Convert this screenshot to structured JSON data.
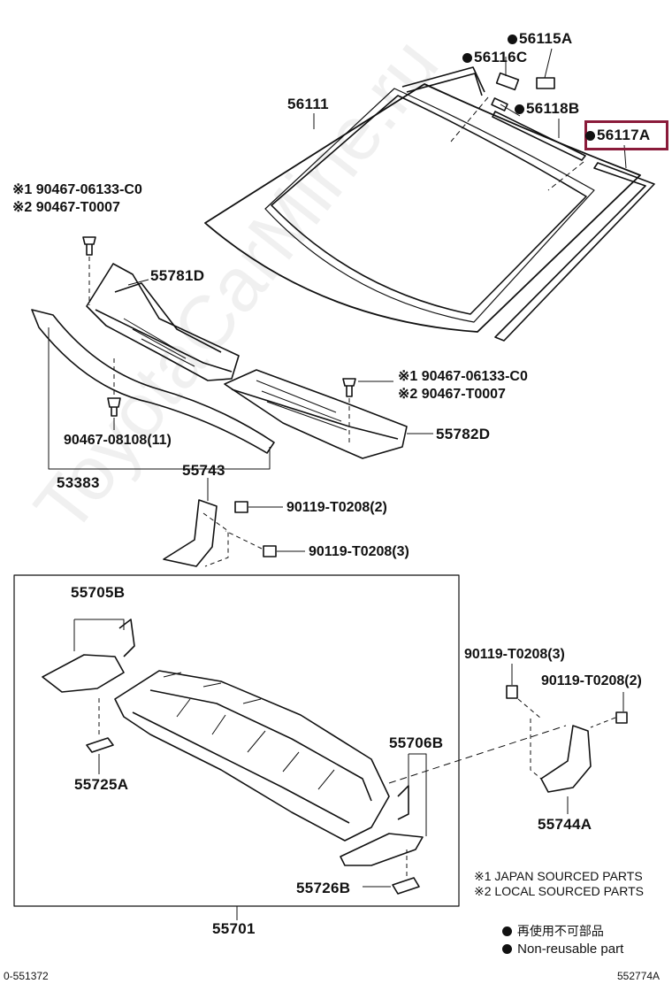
{
  "parts": {
    "p56115A": "56115A",
    "p56116C": "56116C",
    "p56118B": "56118B",
    "p56117A": "56117A",
    "p56111": "56111",
    "p55781D": "55781D",
    "p55782D": "55782D",
    "p53383": "53383",
    "p55743": "55743",
    "p55705B": "55705B",
    "p55725A": "55725A",
    "p55706B": "55706B",
    "p55726B": "55726B",
    "p55701": "55701",
    "p55744A": "55744A"
  },
  "fasteners": {
    "clip_a_line1": "※1 90467-06133-C0",
    "clip_a_line2": "※2 90467-T0007",
    "clip_b_line1": "※1 90467-06133-C0",
    "clip_b_line2": "※2 90467-T0007",
    "clip_c": "90467-08108(11)",
    "bolt_55743_a": "90119-T0208(2)",
    "bolt_55743_b": "90119-T0208(3)",
    "bolt_55744_a": "90119-T0208(3)",
    "bolt_55744_b": "90119-T0208(2)"
  },
  "notes": {
    "japan": "※1 JAPAN SOURCED PARTS",
    "local": "※2 LOCAL SOURCED PARTS",
    "nonreuse_jp": "再使用不可部品",
    "nonreuse_en": "Non-reusable part"
  },
  "footer": {
    "left_code": "0-551372",
    "right_code": "552774A"
  },
  "watermark": "ToyotaCarMine.ru",
  "colors": {
    "highlight": "#8a1b3a",
    "line": "#111111"
  }
}
